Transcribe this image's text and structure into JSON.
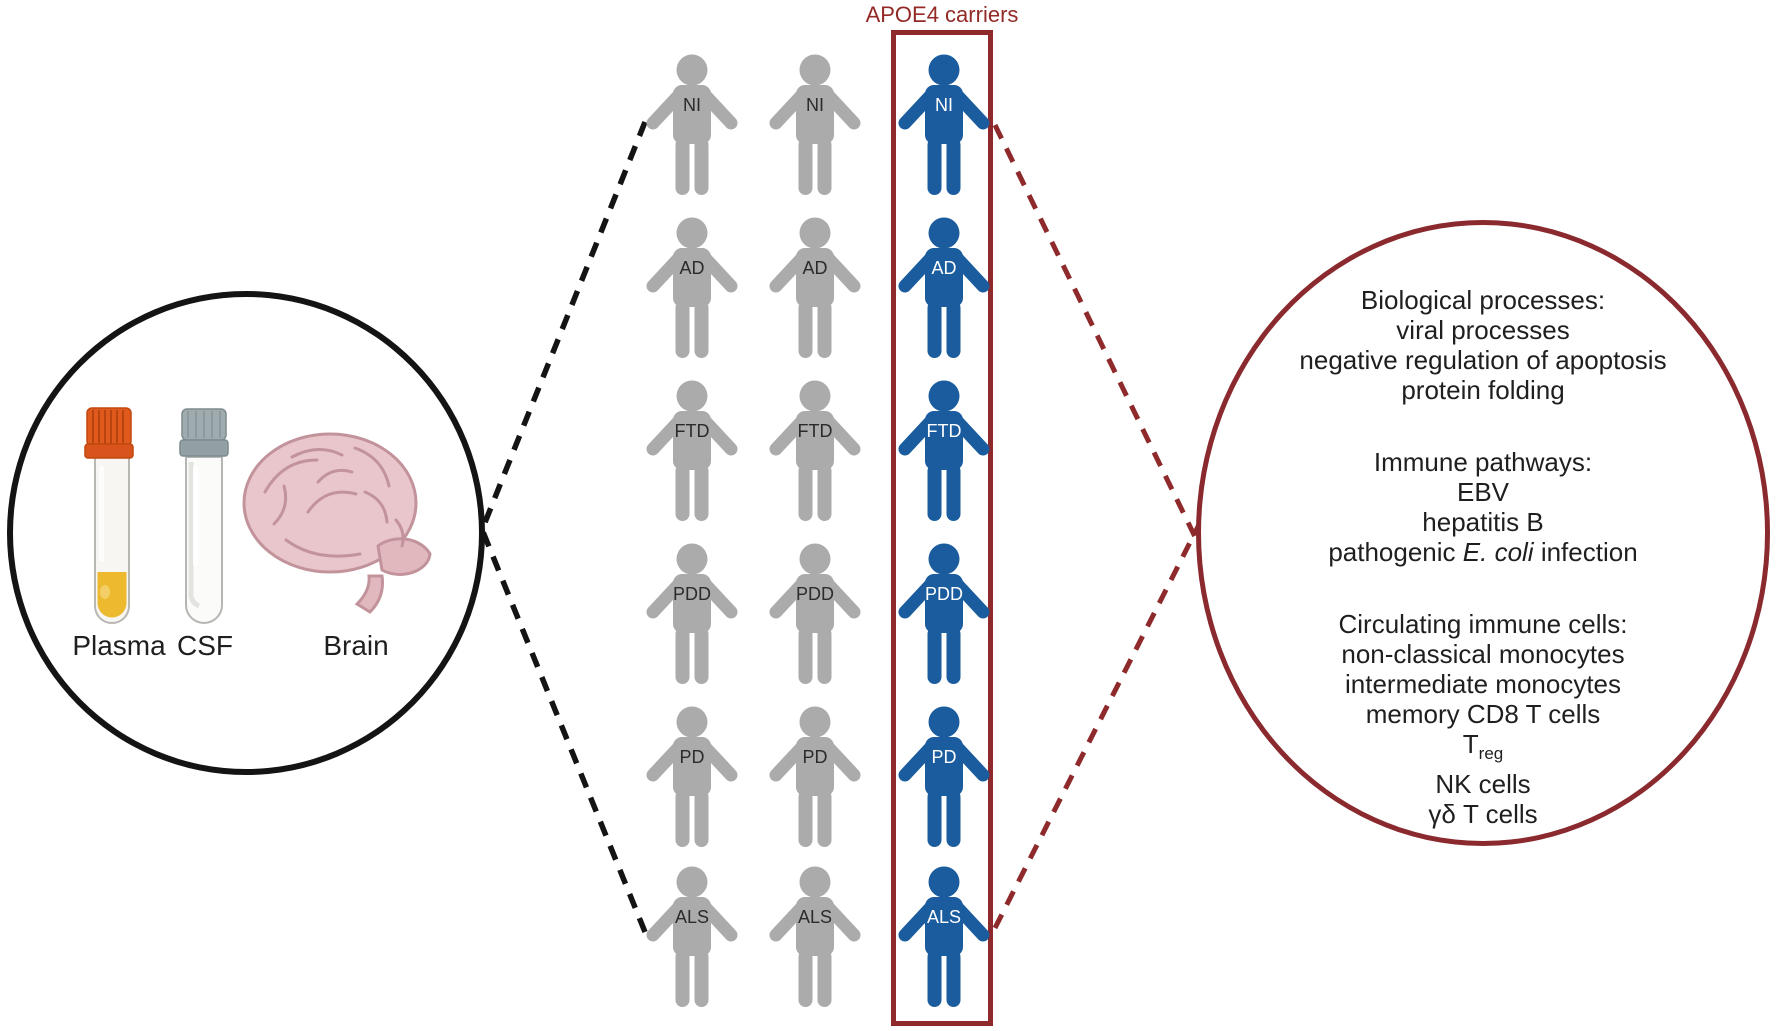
{
  "apoe_box": {
    "title": "APOE4 carriers"
  },
  "specimens": {
    "plasma_label": "Plasma",
    "csf_label": "CSF",
    "brain_label": "Brain"
  },
  "cohort": {
    "rows": [
      "NI",
      "AD",
      "FTD",
      "PDD",
      "PD",
      "ALS"
    ],
    "columns": [
      {
        "type": "non-carrier",
        "color": "#ababab",
        "label_color": "#2b2b2b"
      },
      {
        "type": "non-carrier",
        "color": "#ababab",
        "label_color": "#2b2b2b"
      },
      {
        "type": "apoe4-carrier",
        "color": "#1a5c9e",
        "label_color": "#ffffff"
      }
    ]
  },
  "pathways": {
    "sections": [
      {
        "title": "Biological processes:",
        "lines": [
          "viral processes",
          "negative regulation of apoptosis",
          "protein folding"
        ]
      },
      {
        "title": "Immune pathways:",
        "lines": [
          "EBV",
          "hepatitis B"
        ],
        "ecoli": {
          "pre": "pathogenic ",
          "italic": "E. coli",
          "post": " infection"
        }
      },
      {
        "title": "Circulating immune cells:",
        "lines": [
          "non-classical monocytes",
          "intermediate monocytes",
          "memory CD8 T cells"
        ],
        "treg": {
          "base": "T",
          "sub": "reg"
        },
        "lines_after": [
          "NK cells",
          "γδ T cells"
        ]
      }
    ]
  },
  "colors": {
    "accent_red": "#8e2a2b",
    "person_gray": "#ababab",
    "person_blue": "#1a5c9e",
    "plasma_orange": "#e05a1e",
    "plasma_yellow": "#ecb92f",
    "csf_gray": "#9fabae",
    "brain_pink": "#e9c6cb"
  }
}
